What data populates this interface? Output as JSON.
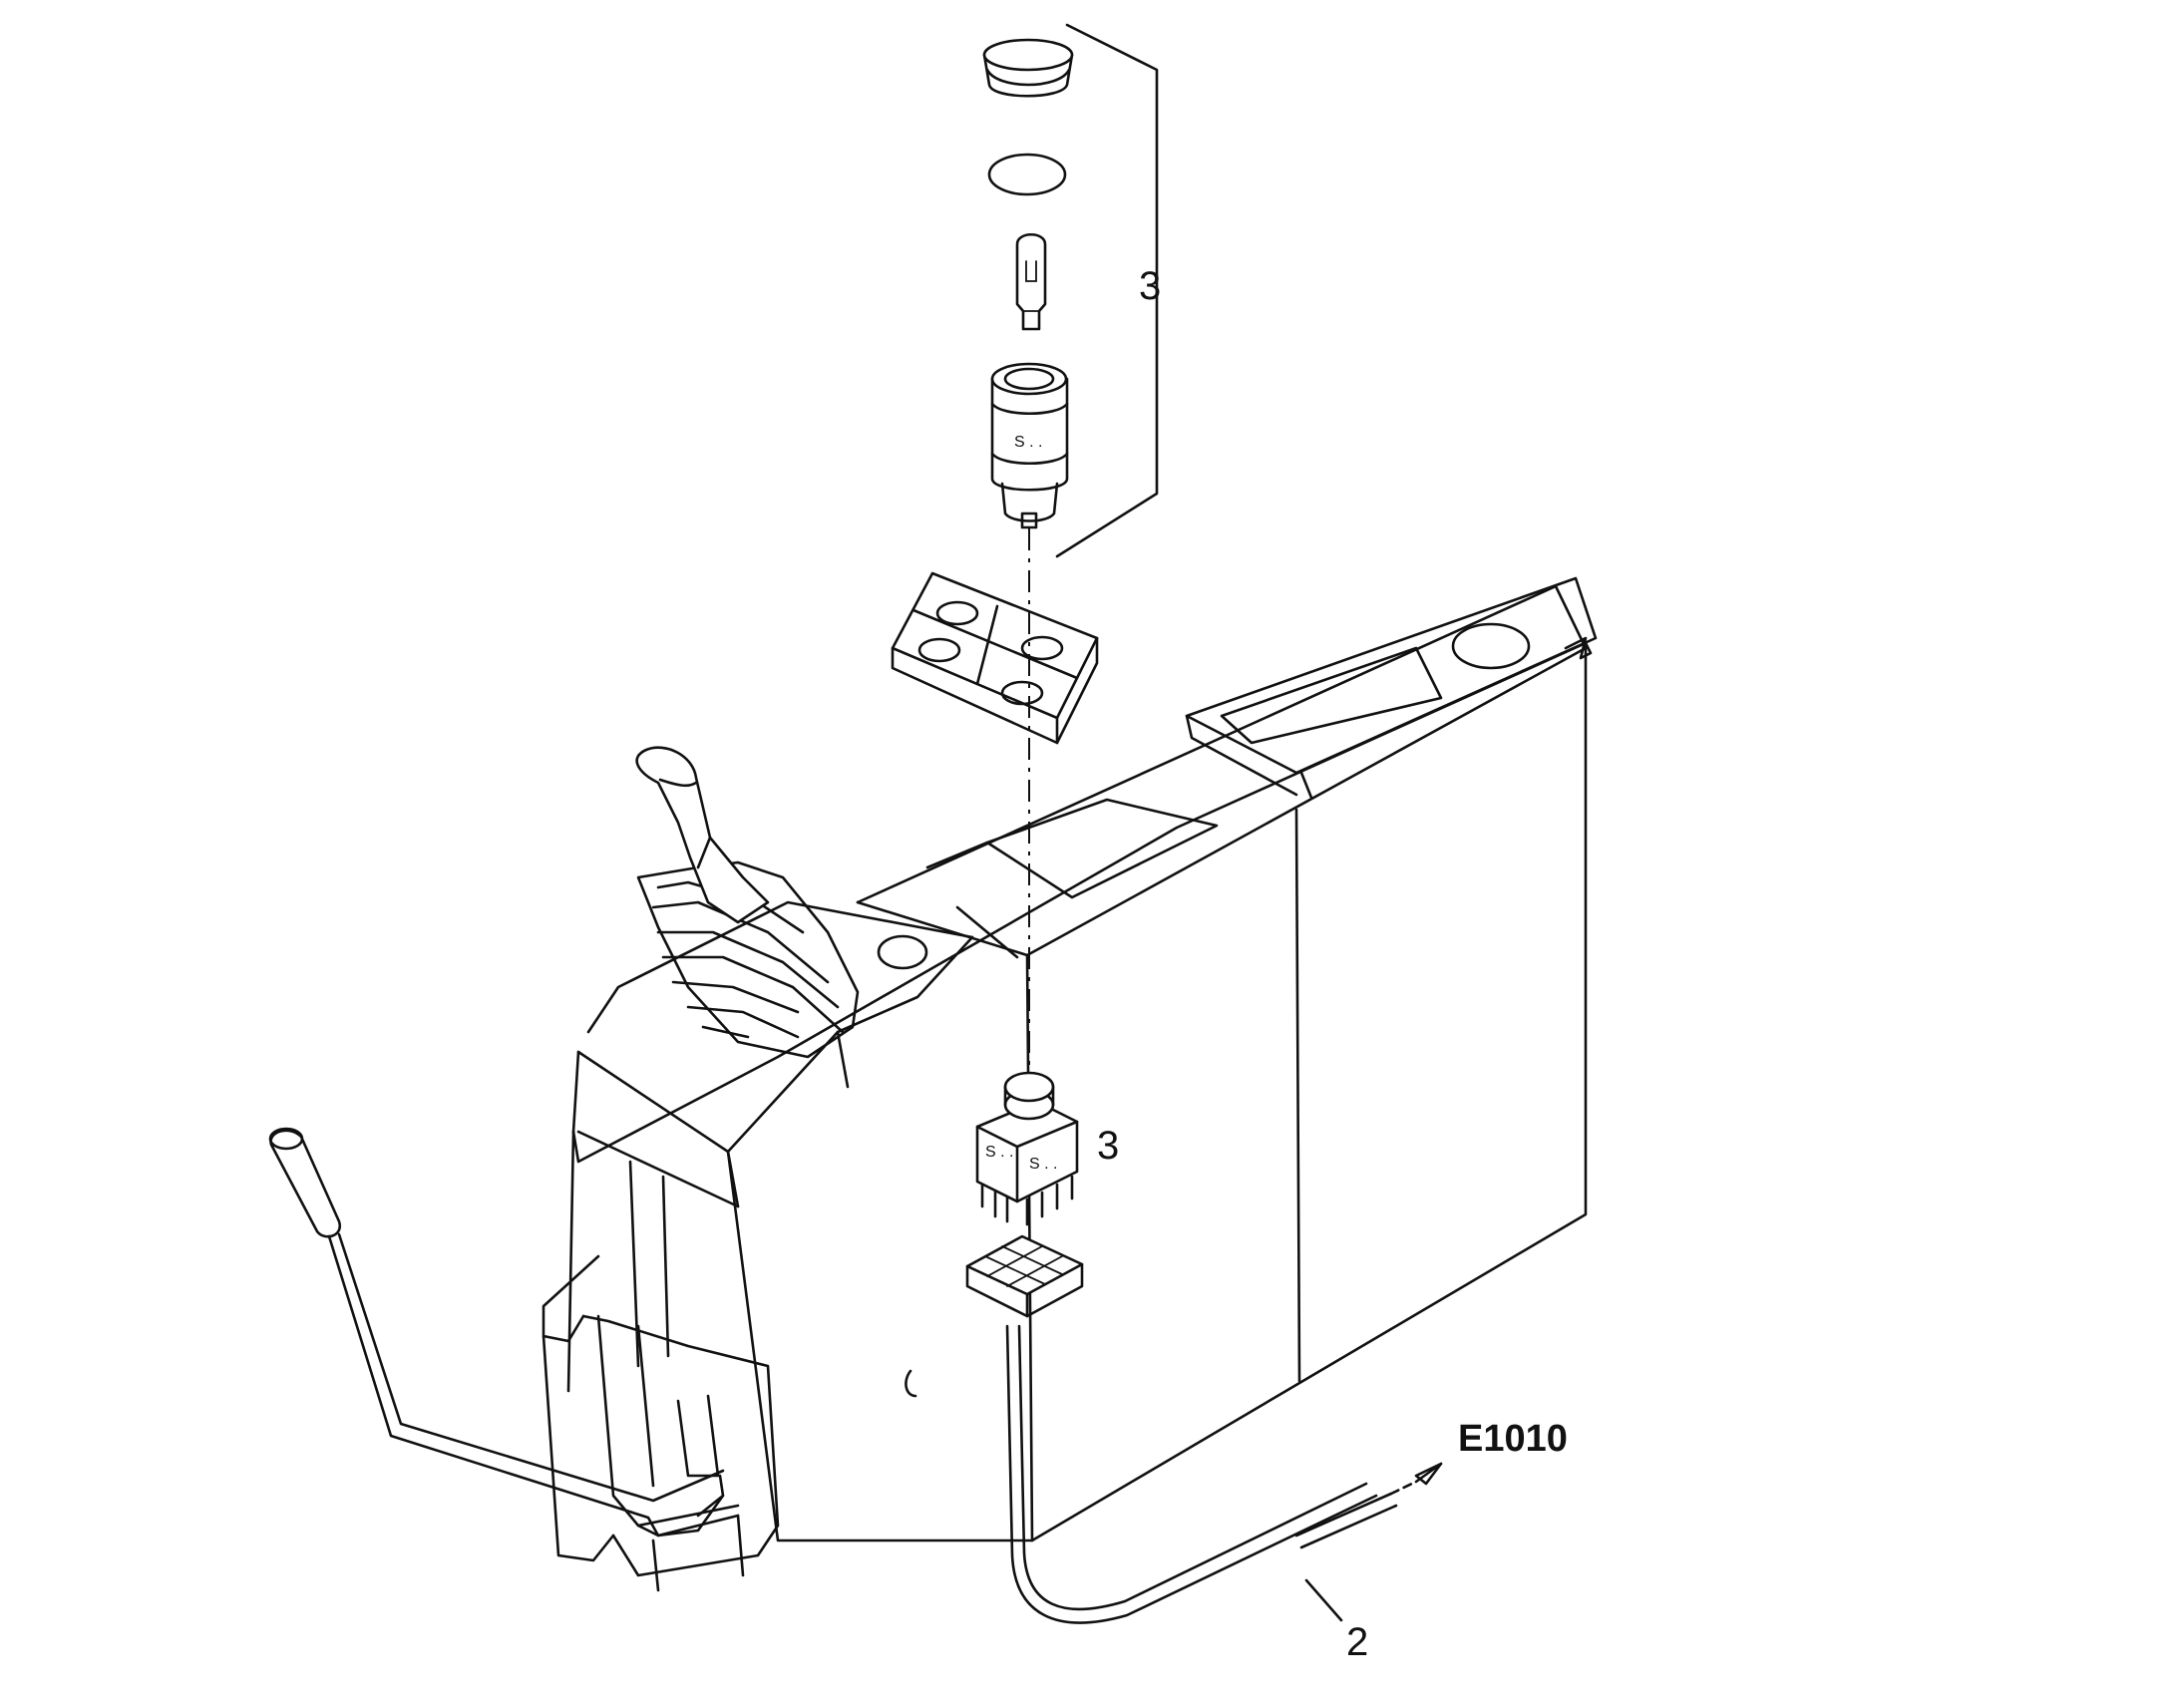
{
  "callouts": {
    "group_label": "3",
    "switch_label": "3",
    "cable_label": "2",
    "reference_label": "E1010"
  },
  "colors": {
    "line": "#111111",
    "background": "#ffffff"
  }
}
